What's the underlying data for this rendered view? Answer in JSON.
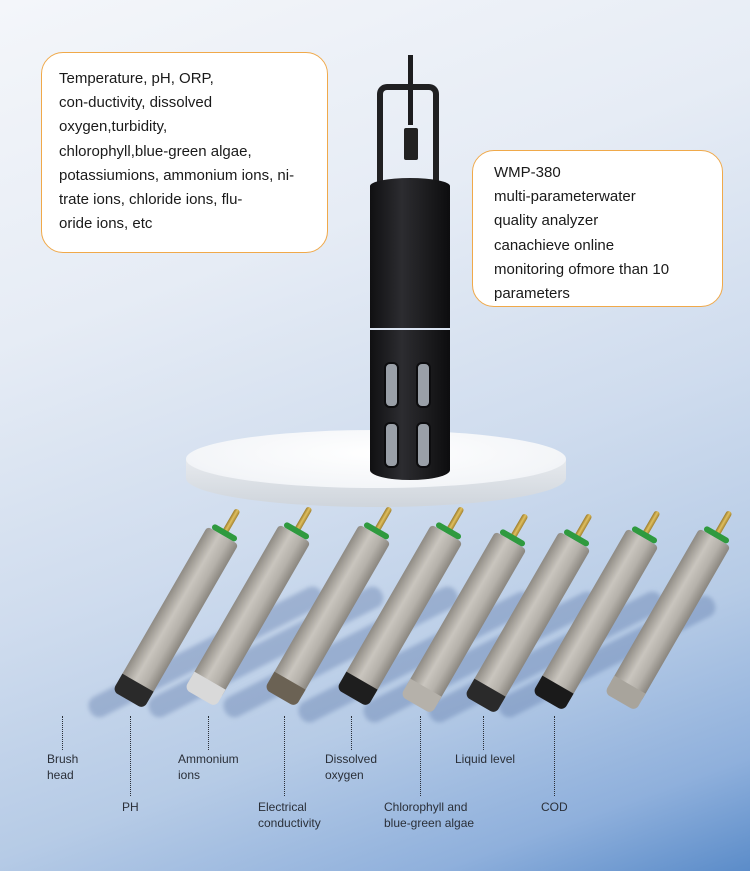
{
  "callouts": {
    "parameters": {
      "lines": [
        "Temperature, pH, ORP,",
        "con-ductivity, dissolved",
        "oxygen,turbidity,",
        "chlorophyll,blue-green algae,",
        "potassiumions, ammonium ions, ni-",
        "trate ions, chloride ions, flu-",
        "oride ions, etc"
      ]
    },
    "product": {
      "lines": [
        "WMP-380",
        "multi-parameterwater",
        "quality analyzer",
        "canachieve online",
        "monitoring ofmore than 10",
        "parameters"
      ]
    }
  },
  "colors": {
    "callout_border": "#f0a94a",
    "background_top": "#f4f6fa",
    "background_bottom": "#5b8cc9",
    "device_body": "#1d1d1f",
    "probe_body": "#b8b4ad",
    "probe_ring": "#2f9a3f",
    "probe_pin": "#d4b052"
  },
  "sensors": [
    {
      "label_lines": [
        "Brush",
        "head"
      ],
      "tip_color": "#2a2a2a"
    },
    {
      "label_lines": [
        "PH"
      ],
      "tip_color": "#d9d9d9"
    },
    {
      "label_lines": [
        "Ammonium",
        "ions"
      ],
      "tip_color": "#6b6254"
    },
    {
      "label_lines": [
        "Electrical",
        "conductivity"
      ],
      "tip_color": "#1e1e1e"
    },
    {
      "label_lines": [
        "Dissolved",
        "oxygen"
      ],
      "tip_color": "#b5b1aa"
    },
    {
      "label_lines": [
        "Chlorophyll and",
        "blue-green algae"
      ],
      "tip_color": "#2a2a2a"
    },
    {
      "label_lines": [
        "Liquid level"
      ],
      "tip_color": "#1a1a1a"
    },
    {
      "label_lines": [
        "COD"
      ],
      "tip_color": "#a8a49c"
    }
  ]
}
